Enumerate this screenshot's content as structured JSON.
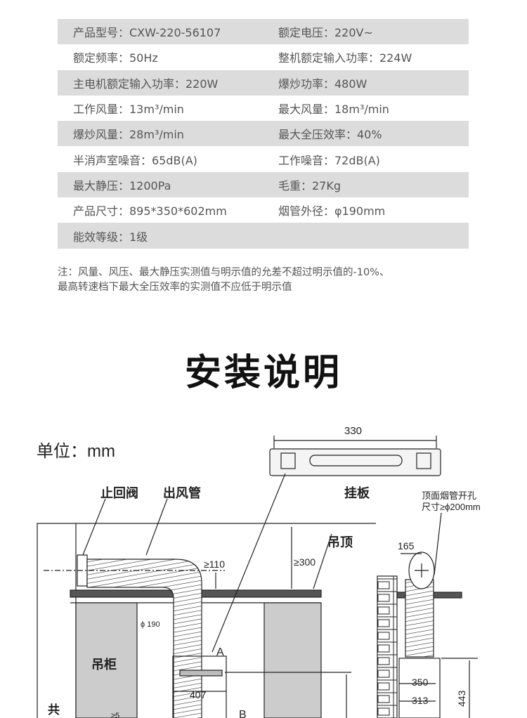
{
  "specs": [
    {
      "l": "产品型号：CXW-220-56107",
      "r": "额定电压：220V~",
      "shade": true
    },
    {
      "l": "额定频率：50Hz",
      "r": "整机额定输入功率：224W",
      "shade": false
    },
    {
      "l": "主电机额定输入功率：220W",
      "r": "爆炒功率：480W",
      "shade": true
    },
    {
      "l": "工作风量：13m³/min",
      "r": "最大风量：18m³/min",
      "shade": false
    },
    {
      "l": "爆炒风量：28m³/min",
      "r": "最大全压效率：40%",
      "shade": true
    },
    {
      "l": "半消声室噪音：65dB(A)",
      "r": "工作噪音：72dB(A)",
      "shade": false
    },
    {
      "l": "最大静压：1200Pa",
      "r": "毛重：27Kg",
      "shade": true
    },
    {
      "l": "产品尺寸：895*350*602mm",
      "r": "烟管外径：φ190mm",
      "shade": false
    },
    {
      "l": "能效等级：1级",
      "r": "",
      "shade": true
    }
  ],
  "note": [
    "注：风量、风压、最大静压实测值与明示值的允差不超过明示值的-10%、",
    "最高转速档下最大全压效率的实测值不应低于明示值"
  ],
  "title": "安装说明",
  "diagram": {
    "unit": "单位：mm",
    "dim_330": "330",
    "check_valve": "止回阀",
    "outlet_pipe": "出风管",
    "hanging_plate": "挂板",
    "top_hole_1": "顶面烟管开孔",
    "top_hole_2": "尺寸≥ϕ200mm",
    "ceiling": "吊顶",
    "dim_300": "≥300",
    "dim_110": "≥110",
    "dim_165": "165",
    "dim_190": "ϕ 190",
    "cabinet": "吊柜",
    "label_a": "A",
    "label_b": "B",
    "dim_407": "407",
    "dim_350": "350",
    "dim_313": "313",
    "dim_443": "443",
    "gong": "共",
    "dim_5": "≥5"
  }
}
